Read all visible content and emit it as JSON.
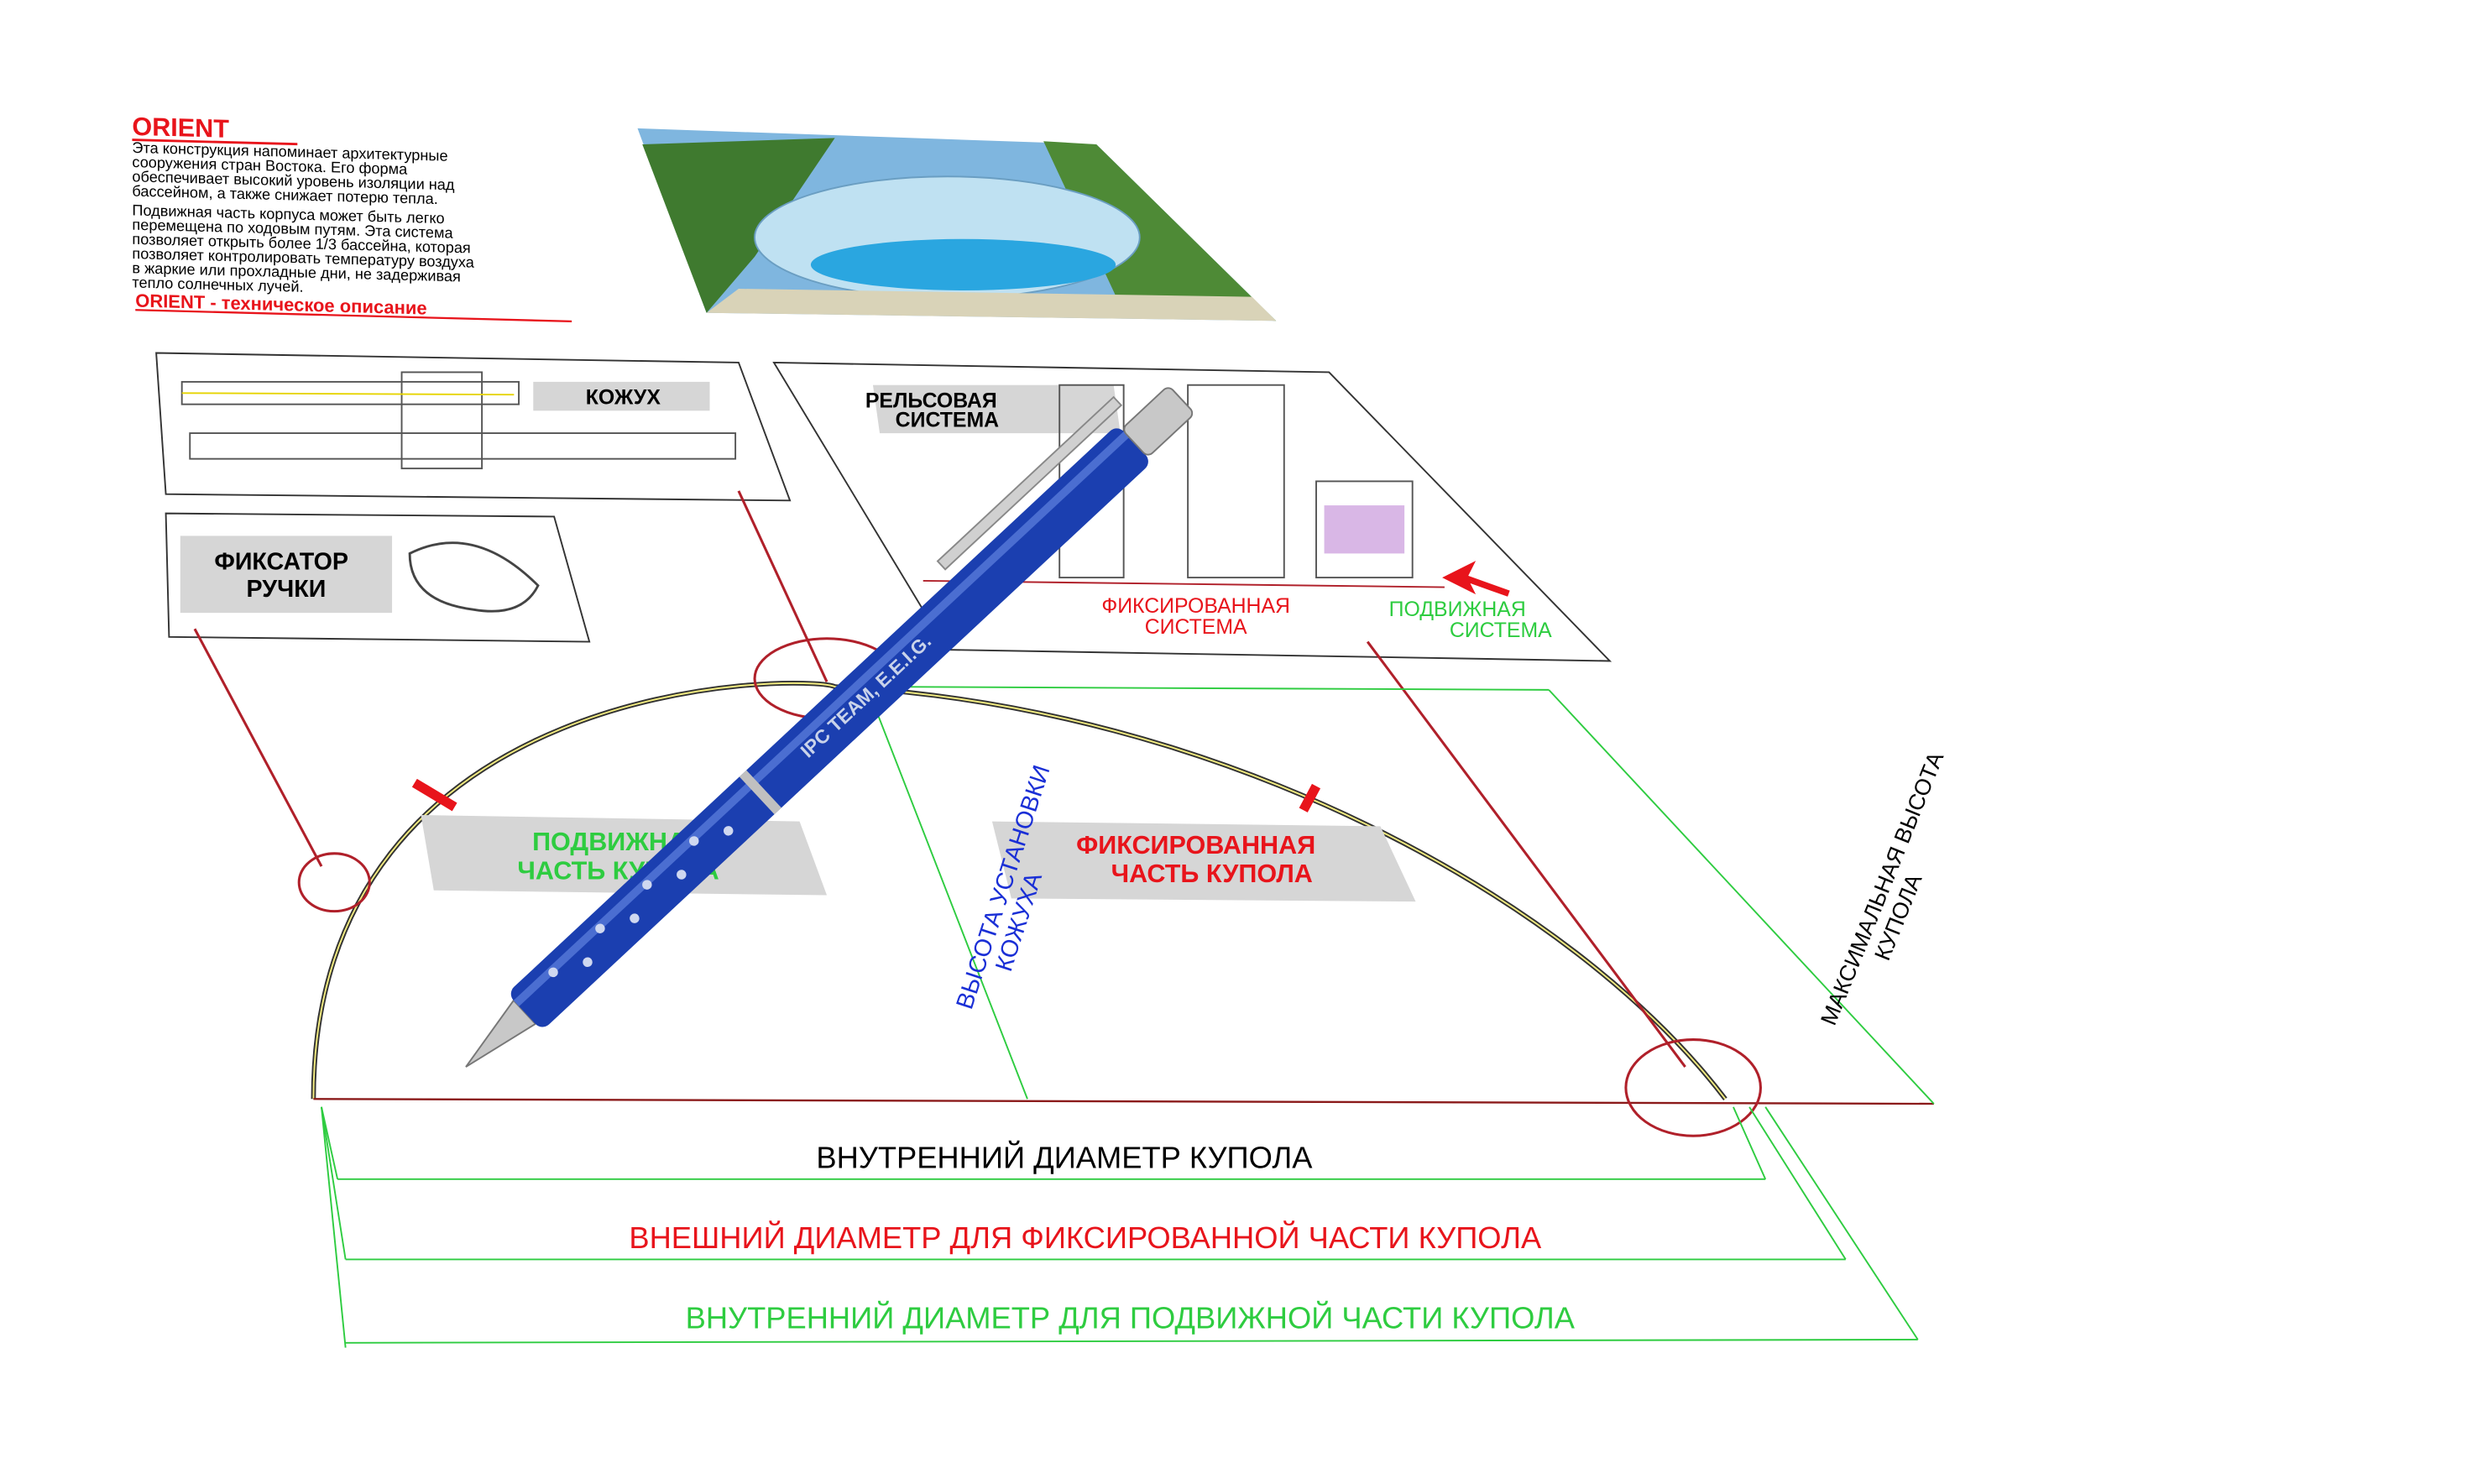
{
  "intro": {
    "title": "ORIENT",
    "paragraph1": [
      "Эта конструкция напоминает архитектурные",
      "сооружения стран Востока. Его форма",
      "обеспечивает высокий уровень изоляции над",
      "бассейном, а также снижает потерю тепла."
    ],
    "paragraph2": [
      "Подвижная часть корпуса может быть легко",
      "перемещена по ходовым путям. Эта система",
      "позволяет открыть более 1/3 бассейна, которая",
      "позволяет контролировать температуру воздуха",
      "в жаркие или прохладные дни, не задерживая",
      "тепло солнечных лучей."
    ],
    "link": "ORIENT - техническое описание"
  },
  "labels": {
    "casing": "КОЖУХ",
    "handle_lock": [
      "ФИКСАТОР",
      "РУЧКИ"
    ],
    "rail_system": [
      "РЕЛЬСОВАЯ",
      "СИСТЕМА"
    ],
    "fixed_system": [
      "ФИКСИРОВАННАЯ",
      "СИСТЕМА"
    ],
    "moving_system": [
      "ПОДВИЖНАЯ",
      "СИСТЕМА"
    ],
    "moving_dome": [
      "ПОДВИЖНАЯ",
      "ЧАСТЬ КУПОЛА"
    ],
    "fixed_dome": [
      "ФИКСИРОВАННАЯ",
      "ЧАСТЬ КУПОЛА"
    ],
    "casing_height": [
      "ВЫСОТА УСТАНОВКИ",
      "КОЖУХА"
    ],
    "max_height": [
      "МАКСИМАЛЬНАЯ ВЫСОТА",
      "КУПОЛА"
    ],
    "inner_diameter": "ВНУТРЕННИЙ ДИАМЕТР КУПОЛА",
    "outer_diameter_fixed": "ВНЕШНИЙ ДИАМЕТР ДЛЯ ФИКСИРОВАННОЙ ЧАСТИ КУПОЛА",
    "inner_diameter_moving": "ВНУТРЕННИЙ ДИАМЕТР ДЛЯ ПОДВИЖНОЙ ЧАСТИ КУПОЛА"
  },
  "pen": {
    "engraving": "IPC TEAM, E.E.I.G."
  },
  "colors": {
    "red": "#e8141b",
    "green": "#2ecc40",
    "blue": "#1a2fd6",
    "pen": "#1b3fb0"
  }
}
